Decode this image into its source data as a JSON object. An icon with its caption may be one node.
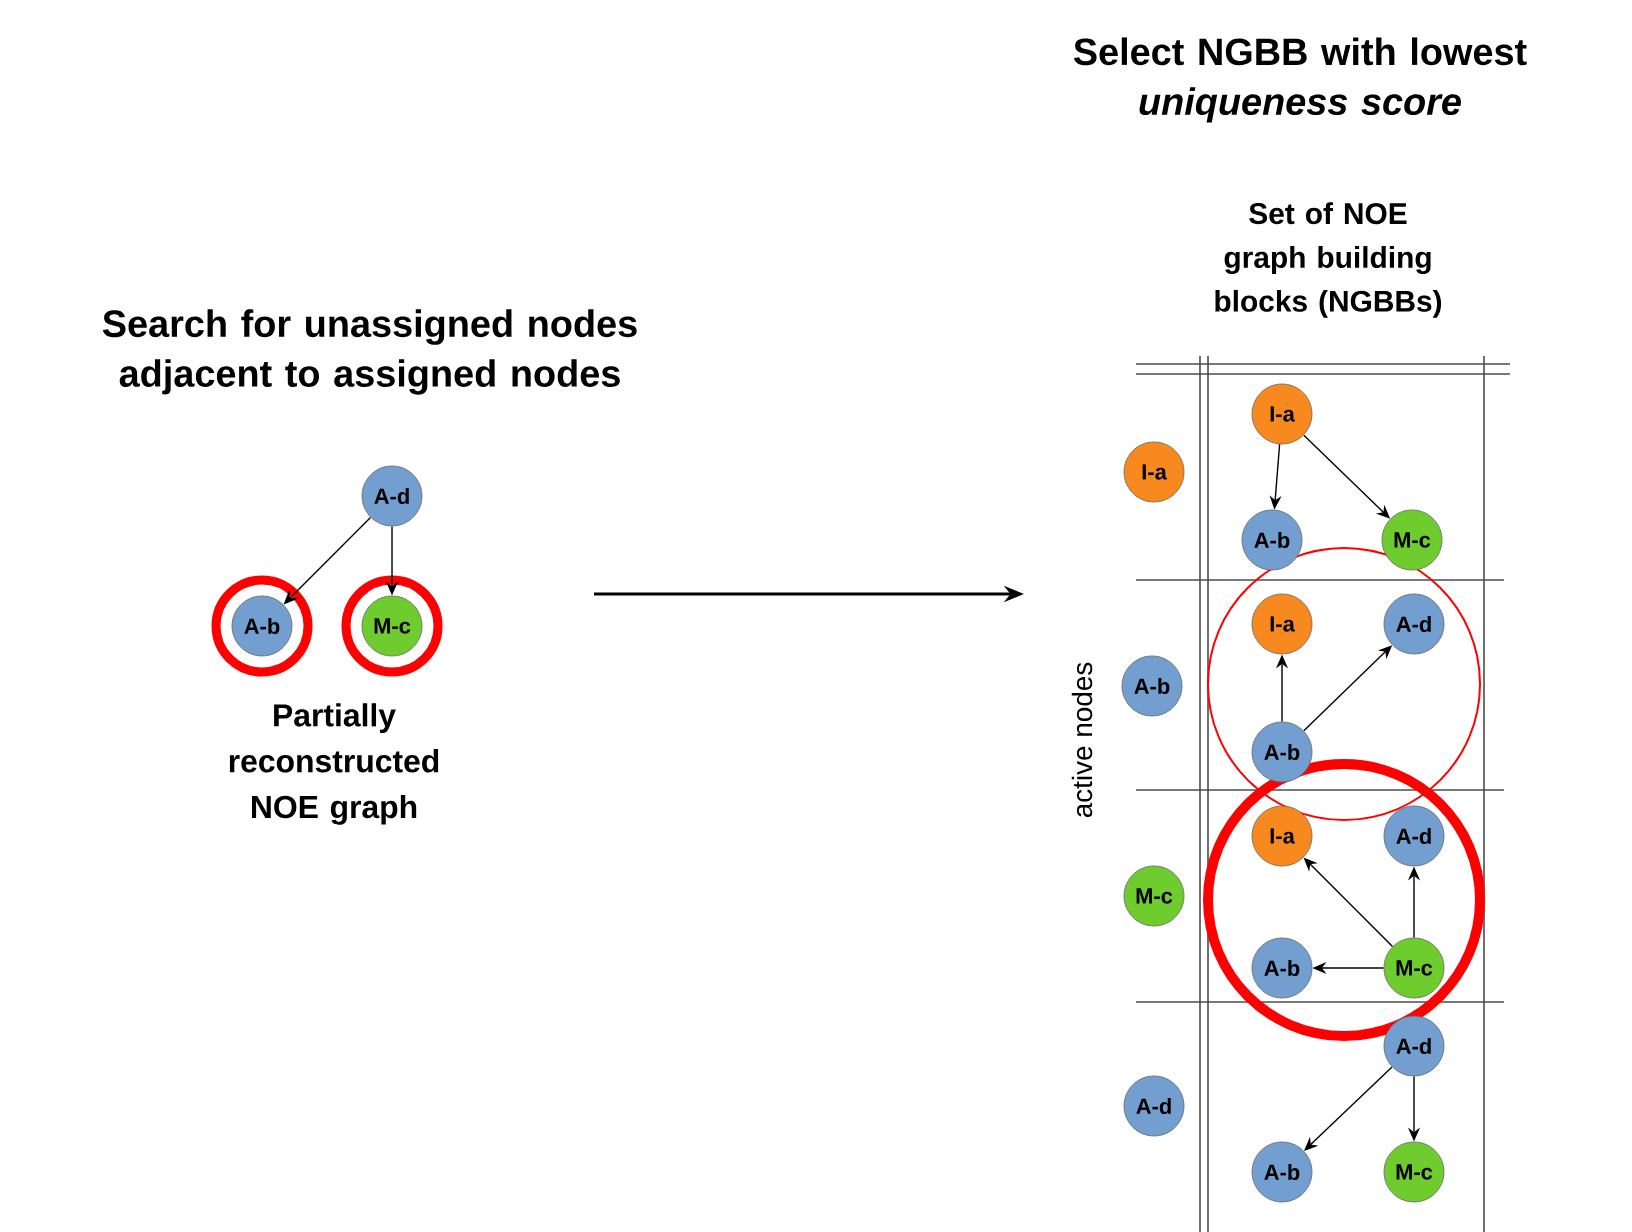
{
  "diagram": {
    "title": "Select NGBB with lowest *uniqueness score*",
    "nodes": [
      {
        "text": [
          "A-d"
        ]
      },
      {
        "text": [
          "A-b"
        ]
      },
      {
        "text": [
          "M-c"
        ]
      },
      {
        "text": [
          "I-a"
        ]
      },
      {
        "text": [
          "I-a"
        ]
      },
      {
        "text": [
          "A-b"
        ]
      },
      {
        "text": [
          "M-c"
        ]
      },
      {
        "text": [
          "A-b"
        ]
      },
      {
        "text": [
          "I-a"
        ]
      },
      {
        "text": [
          "A-d"
        ]
      },
      {
        "text": [
          "A-b"
        ]
      },
      {
        "text": [
          "M-c"
        ]
      },
      {
        "text": [
          "I-a"
        ]
      },
      {
        "text": [
          "A-d"
        ]
      },
      {
        "text": [
          "A-b"
        ]
      },
      {
        "text": [
          "M-c"
        ]
      },
      {
        "text": [
          "A-d"
        ]
      },
      {
        "text": [
          "A-d"
        ]
      },
      {
        "text": [
          "A-b"
        ]
      },
      {
        "text": [
          "M-c"
        ]
      }
    ],
    "edges": [
      {
        "from": 0,
        "to": 1,
        "arrow": "to"
      },
      {
        "from": 0,
        "to": 2,
        "arrow": "to"
      },
      {
        "from": 4,
        "to": 5,
        "arrow": "to"
      },
      {
        "from": 4,
        "to": 6,
        "arrow": "to"
      },
      {
        "from": 10,
        "to": 8,
        "arrow": "to"
      },
      {
        "from": 10,
        "to": 9,
        "arrow": "to"
      },
      {
        "from": 15,
        "to": 12,
        "arrow": "to"
      },
      {
        "from": 15,
        "to": 13,
        "arrow": "to"
      },
      {
        "from": 15,
        "to": 14,
        "arrow": "to"
      },
      {
        "from": 17,
        "to": 18,
        "arrow": "to"
      },
      {
        "from": 17,
        "to": 19,
        "arrow": "to"
      }
    ],
    "labels": [
      "Search for unassigned nodes adjacent to assigned nodes",
      "Partially reconstructed NOE graph",
      "Set of NOE graph building blocks (NGBBs)",
      "active nodes"
    ]
  }
}
